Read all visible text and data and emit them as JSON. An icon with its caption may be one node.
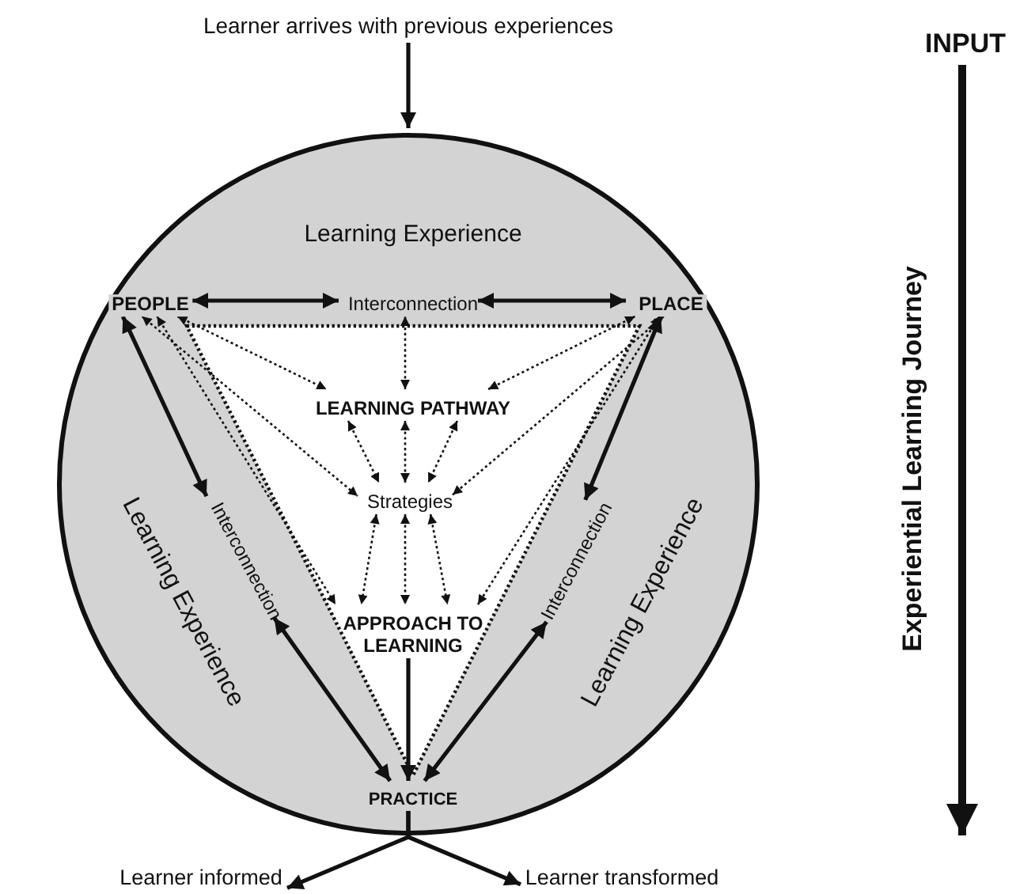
{
  "diagram": {
    "nodes": [
      {
        "text": [
          "Learner arrives with previous experiences"
        ]
      },
      {
        "text": [
          "Learning Experience",
          "Learning Experience",
          "Learning Experience"
        ]
      },
      {
        "text": [
          "PEOPLE"
        ],
        "in": 1
      },
      {
        "text": [
          "Interconnection"
        ],
        "in": 1
      },
      {
        "text": [
          "PLACE"
        ],
        "in": 1
      },
      {
        "text": [],
        "shape": "triangle",
        "in": 1
      },
      {
        "text": [
          "LEARNING PATHWAY"
        ],
        "in": 5
      },
      {
        "text": [
          "Strategies"
        ],
        "in": 5
      },
      {
        "text": [
          "Interconnection"
        ],
        "in": 1
      },
      {
        "text": [
          "Interconnection"
        ],
        "in": 1
      },
      {
        "text": [
          "APPROACH TO LEARNING"
        ],
        "in": 5
      },
      {
        "text": [
          "PRACTICE"
        ],
        "in": 1
      },
      {
        "text": [
          "Learner informed"
        ]
      },
      {
        "text": [
          "Learner transformed"
        ]
      },
      {
        "text": [
          "INPUT"
        ]
      }
    ],
    "edges": [
      {
        "from": 0,
        "to": 1,
        "arrow": "to"
      },
      {
        "from": 2,
        "to": 3,
        "arrow": "both"
      },
      {
        "from": 3,
        "to": 4,
        "arrow": "both"
      },
      {
        "from": 2,
        "to": 8,
        "arrow": "both"
      },
      {
        "from": 8,
        "to": 11,
        "arrow": "both"
      },
      {
        "from": 4,
        "to": 9,
        "arrow": "both"
      },
      {
        "from": 9,
        "to": 11,
        "arrow": "both"
      },
      {
        "from": 6,
        "to": 3,
        "arrow": "both",
        "style": "dashed"
      },
      {
        "from": 2,
        "to": 6,
        "arrow": "both",
        "style": "dashed"
      },
      {
        "from": 2,
        "to": 7,
        "arrow": "both",
        "style": "dashed"
      },
      {
        "from": 2,
        "to": 10,
        "arrow": "both",
        "style": "dashed"
      },
      {
        "from": 6,
        "to": 7,
        "arrow": "both",
        "style": "dashed"
      },
      {
        "from": 6,
        "to": 7,
        "arrow": "both",
        "style": "dashed"
      },
      {
        "from": 6,
        "to": 7,
        "arrow": "both",
        "style": "dashed"
      },
      {
        "from": 4,
        "to": 6,
        "arrow": "both",
        "style": "dashed"
      },
      {
        "from": 4,
        "to": 7,
        "arrow": "both",
        "style": "dashed"
      },
      {
        "from": 4,
        "to": 10,
        "arrow": "both",
        "style": "dashed"
      },
      {
        "from": 7,
        "to": 10,
        "arrow": "both",
        "style": "dashed"
      },
      {
        "from": 7,
        "to": 10,
        "arrow": "both",
        "style": "dashed"
      },
      {
        "from": 7,
        "to": 10,
        "arrow": "both",
        "style": "dashed"
      },
      {
        "from": 10,
        "to": 11,
        "arrow": "to"
      },
      {
        "from": 11,
        "to": 12,
        "arrow": "to"
      },
      {
        "from": 11,
        "to": 13,
        "arrow": "to"
      },
      {
        "from": 14,
        "to": null,
        "arrow": "to",
        "style": "thick",
        "label": "Experiential Learning Journey"
      }
    ]
  }
}
